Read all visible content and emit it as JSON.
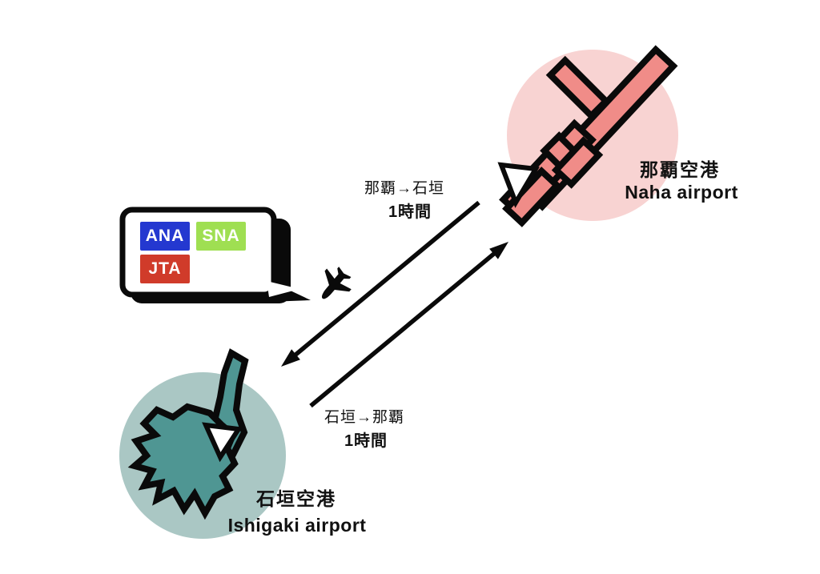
{
  "airports": {
    "naha": {
      "name_jp": "那覇空港",
      "name_en": "Naha airport",
      "circle_color": "#f8d3d2",
      "island_color": "#f08c88"
    },
    "ishigaki": {
      "name_jp": "石垣空港",
      "name_en": "Ishigaki airport",
      "circle_color": "#aac7c4",
      "island_color": "#4f9693"
    }
  },
  "routes": {
    "naha_to_ishigaki": {
      "label": "那覇→石垣",
      "duration": "1時間"
    },
    "ishigaki_to_naha": {
      "label": "石垣→那覇",
      "duration": "1時間"
    }
  },
  "airlines": {
    "items": [
      {
        "code": "ANA",
        "color": "#2438d0"
      },
      {
        "code": "SNA",
        "color": "#9fdf52"
      },
      {
        "code": "JTA",
        "color": "#d03b2a"
      }
    ]
  },
  "colors": {
    "outline": "#0a0a0a",
    "arrow": "#0a0a0a",
    "marker_fill": "#ffffff",
    "bubble_fill": "#ffffff",
    "bubble_shadow": "#0a0a0a",
    "airplane": "#0a0a0a"
  }
}
